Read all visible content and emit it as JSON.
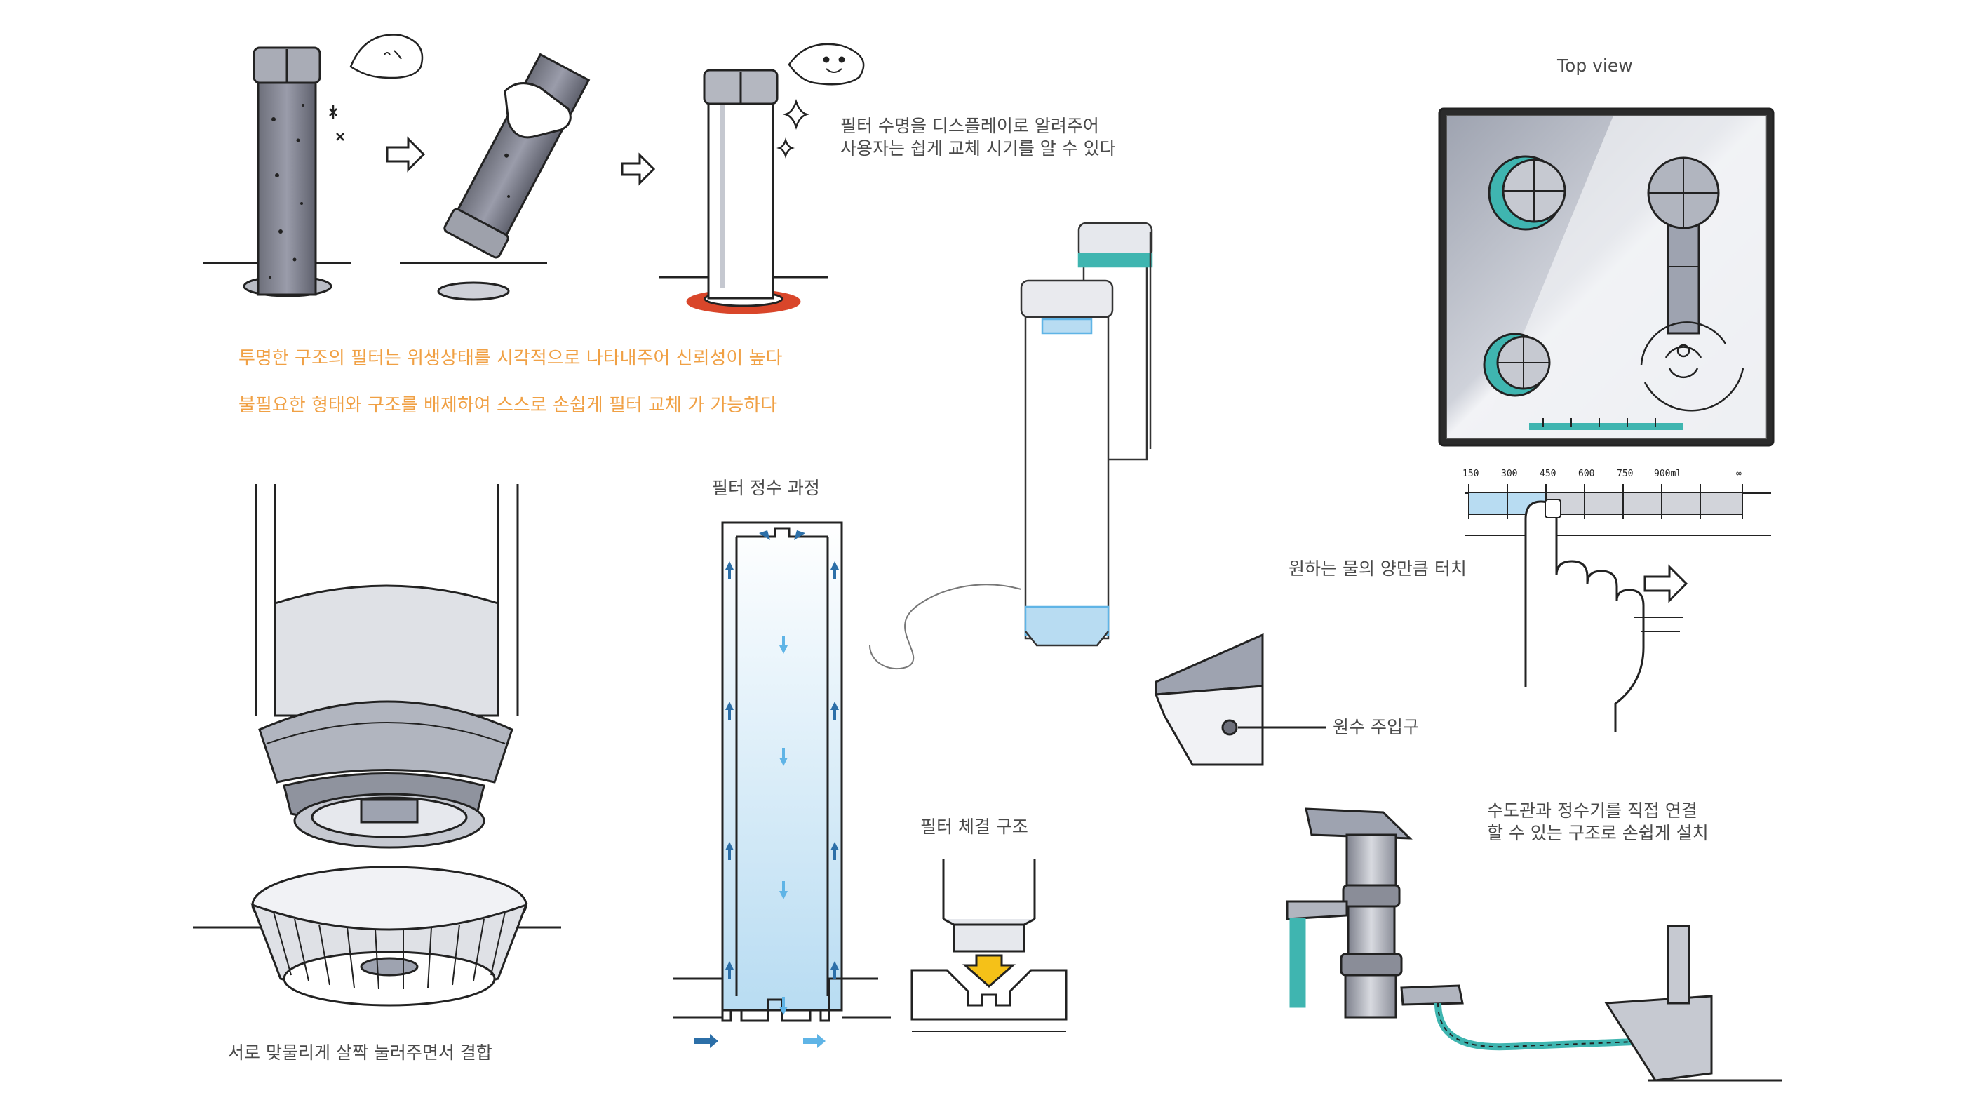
{
  "captions": {
    "filter_life_display": [
      "필터 수명을 디스플레이로 알려주어",
      "사용자는 쉽게 교체 시기를 알 수 있다"
    ],
    "transparent_filter": "투명한 구조의 필터는 위생상태를 시각적으로 나타내주어 신뢰성이 높다",
    "easy_replace": "불필요한 형태와 구조를 배제하여 스스로 손쉽게 필터 교체 가 가능하다",
    "top_view": "Top view",
    "touch_amount": "원하는 물의 양만큼 터치",
    "purification_process": "필터 정수 과정",
    "fastening_structure": "필터 체결 구조",
    "raw_water_inlet": "원수 주입구",
    "direct_connection": [
      "수도관과 정수기를 직접 연결",
      "할 수 있는 구조로 손쉽게 설치"
    ],
    "snap_fit": "서로 맞물리게 살짝 눌러주면서 결합"
  },
  "volume_scale": [
    "150",
    "300",
    "450",
    "600",
    "750",
    "900ml",
    "∞"
  ],
  "icons": [
    "sad-face-bubble",
    "happy-face-bubble",
    "right-arrow",
    "sparkle",
    "down-arrow",
    "up-arrow",
    "yellow-press-arrow"
  ],
  "colors": {
    "accent_teal": "#3fb5b0",
    "orange_text": "#f0a044",
    "water_blue": "#5fb4e6",
    "flow_arrow": "#2c6fa8",
    "seal_red": "#d9462a",
    "press_yellow": "#f5c118",
    "sketch_gray": "#8a8d96"
  }
}
